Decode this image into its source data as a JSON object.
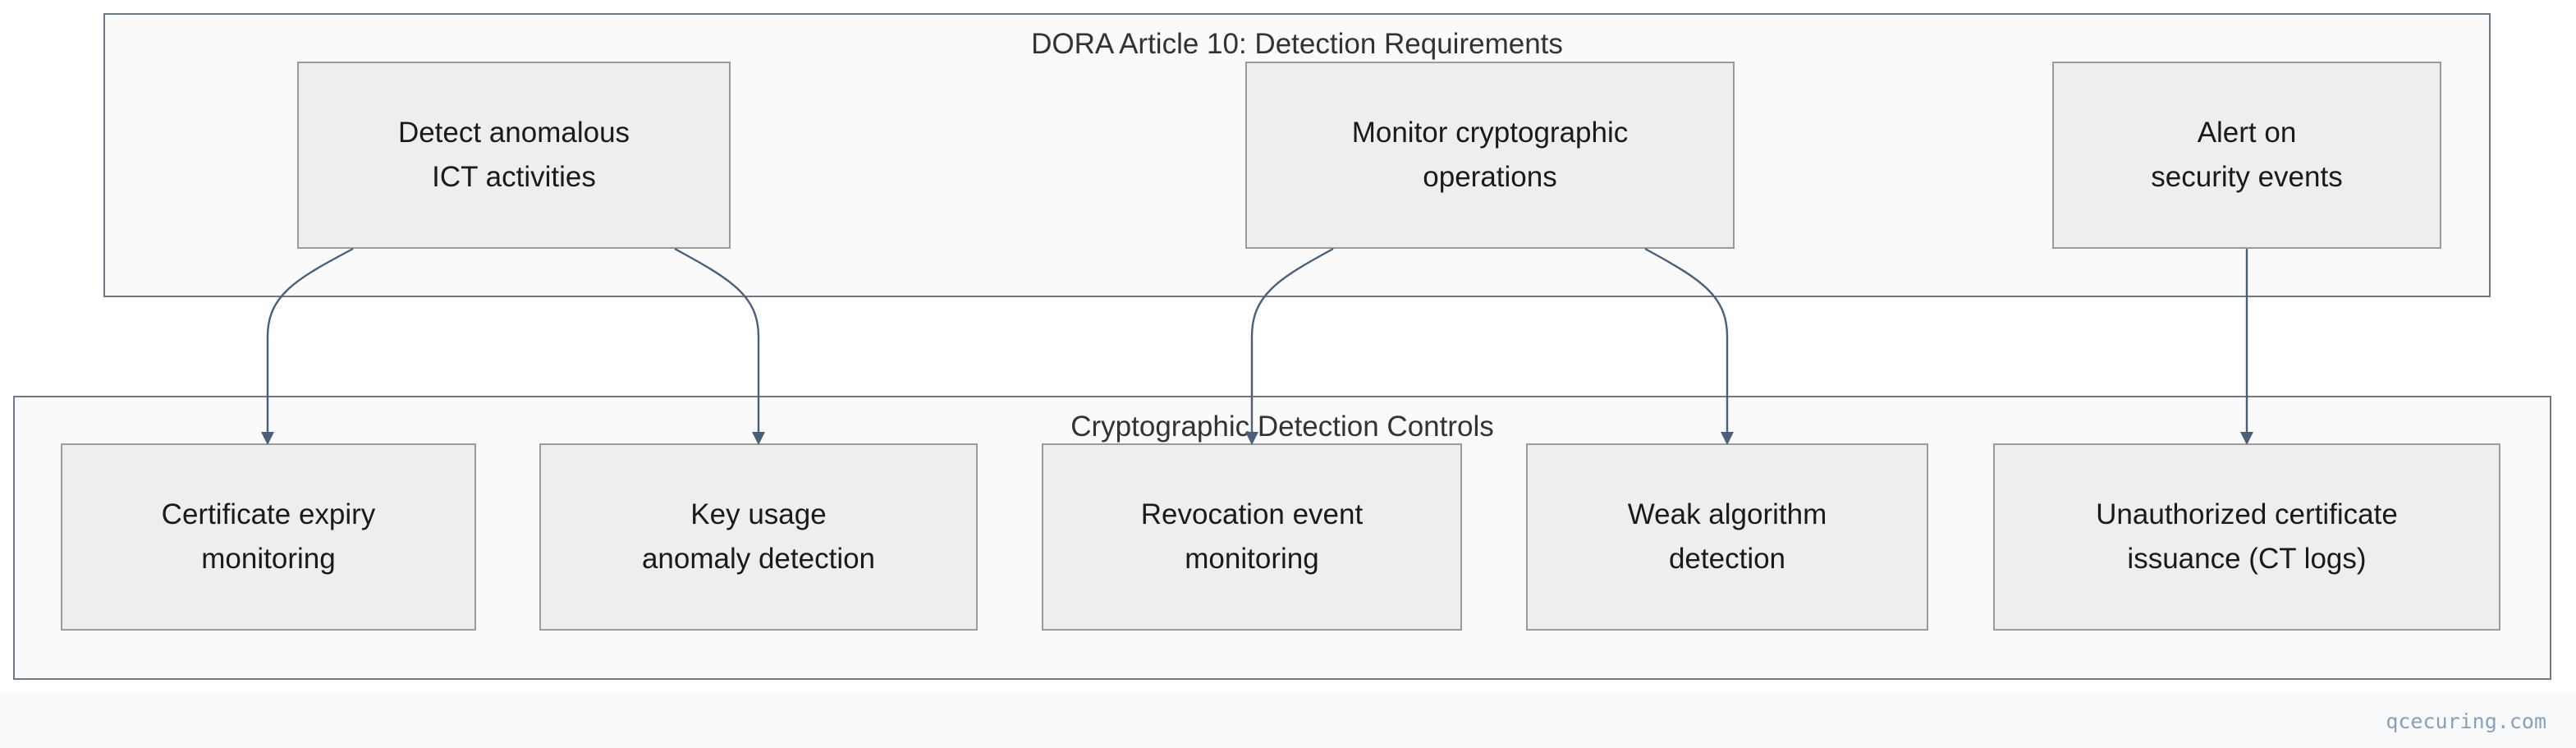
{
  "diagram": {
    "clusters": {
      "requirements": {
        "title": "DORA Article 10: Detection Requirements"
      },
      "controls": {
        "title": "Cryptographic Detection Controls"
      }
    },
    "nodes": {
      "req_detect": {
        "lines": [
          "Detect anomalous",
          "ICT activities"
        ]
      },
      "req_monitor": {
        "lines": [
          "Monitor cryptographic",
          "operations"
        ]
      },
      "req_alert": {
        "lines": [
          "Alert on",
          "security events"
        ]
      },
      "ctl_cert_expiry": {
        "lines": [
          "Certificate expiry",
          "monitoring"
        ]
      },
      "ctl_key_usage": {
        "lines": [
          "Key usage",
          "anomaly detection"
        ]
      },
      "ctl_revocation": {
        "lines": [
          "Revocation event",
          "monitoring"
        ]
      },
      "ctl_weak_algo": {
        "lines": [
          "Weak algorithm",
          "detection"
        ]
      },
      "ctl_unauth_cert": {
        "lines": [
          "Unauthorized certificate",
          "issuance (CT logs)"
        ]
      }
    },
    "edges": [
      {
        "from": "req_detect",
        "to": "ctl_cert_expiry"
      },
      {
        "from": "req_detect",
        "to": "ctl_key_usage"
      },
      {
        "from": "req_monitor",
        "to": "ctl_revocation"
      },
      {
        "from": "req_monitor",
        "to": "ctl_weak_algo"
      },
      {
        "from": "req_alert",
        "to": "ctl_unauth_cert"
      }
    ],
    "colors": {
      "node_fill": "#eeeeee",
      "node_border": "#9b9b9b",
      "cluster_fill": "#fafafa",
      "cluster_border": "#6e7886",
      "edge": "#4a5f78"
    }
  },
  "footer": {
    "watermark": "qcecuring.com"
  }
}
